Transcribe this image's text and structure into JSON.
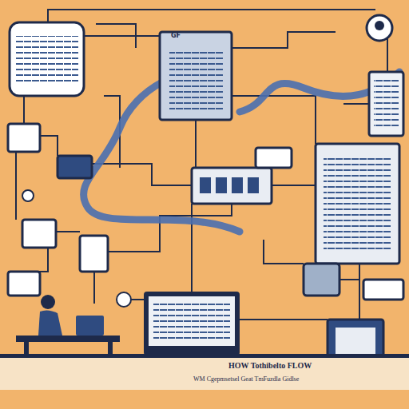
{
  "diagram": {
    "title": "HOW Tothibelto FLOW",
    "caption": "WM Cgepmsetsel Geat TmFuzdla Gidlse",
    "labels": [
      "GF"
    ]
  }
}
